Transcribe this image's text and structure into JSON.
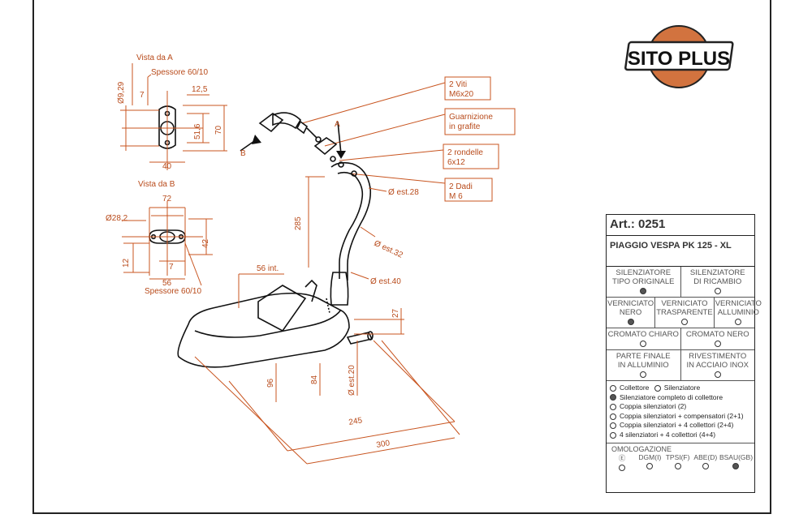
{
  "brand": {
    "logo_text": "SITO PLUS",
    "logo_color": "#d2733f"
  },
  "views": {
    "view_a": {
      "title": "Vista da A",
      "thickness": "Spessore 60/10",
      "dims": [
        "Ø9,29",
        "7",
        "12,5",
        "51,6",
        "70",
        "40"
      ]
    },
    "view_b": {
      "title": "Vista da B",
      "thickness": "Spessore 60/10",
      "dims": [
        "Ø28,2",
        "72",
        "42",
        "12",
        "7",
        "56"
      ]
    }
  },
  "callouts": {
    "viti": [
      "2 Viti",
      "M6x20"
    ],
    "guarnizione": [
      "Guarnizione",
      "in grafite"
    ],
    "rondelle": [
      "2 rondelle",
      "6x12"
    ],
    "dadi": [
      "2 Dadi",
      "M 6"
    ]
  },
  "dimensions": {
    "d_est28": "Ø est.28",
    "d_est32": "Ø est.32",
    "d_est40": "Ø est.40",
    "d_est20": "Ø est.20",
    "h285": "285",
    "int56": "56 int.",
    "h27": "27",
    "h96": "96",
    "h84": "84",
    "l245": "245",
    "l300": "300",
    "arrow_a": "A",
    "arrow_b": "B"
  },
  "panel": {
    "article_label": "Art.:",
    "article_no": "0251",
    "model": "PIAGGIO VESPA PK 125 - XL",
    "row1": [
      {
        "label": [
          "SILENZIATORE",
          "TIPO ORIGINALE"
        ],
        "filled": true
      },
      {
        "label": [
          "SILENZIATORE",
          "DI RICAMBIO"
        ],
        "filled": false
      }
    ],
    "row2": [
      {
        "label": [
          "VERNICIATO",
          "NERO"
        ],
        "filled": true
      },
      {
        "label": [
          "VERNICIATO",
          "TRASPARENTE"
        ],
        "filled": false
      },
      {
        "label": [
          "VERNICIATO",
          "ALLUMINIO"
        ],
        "filled": false
      }
    ],
    "row3": [
      {
        "label": [
          "CROMATO CHIARO"
        ],
        "filled": false
      },
      {
        "label": [
          "CROMATO NERO"
        ],
        "filled": false
      }
    ],
    "row4": [
      {
        "label": [
          "PARTE FINALE",
          "IN ALLUMINIO"
        ],
        "filled": false
      },
      {
        "label": [
          "RIVESTIMENTO",
          "IN ACCIAIO INOX"
        ],
        "filled": false
      }
    ],
    "options_first": [
      {
        "label": "Collettore",
        "filled": false
      },
      {
        "label": "Silenziatore",
        "filled": false
      }
    ],
    "options": [
      {
        "label": "Silenziatore completo di collettore",
        "filled": true
      },
      {
        "label": "Coppia silenziatori (2)",
        "filled": false
      },
      {
        "label": "Coppia silenziatori + compensatori (2+1)",
        "filled": false
      },
      {
        "label": "Coppia silenziatori + 4 collettori (2+4)",
        "filled": false
      },
      {
        "label": "4 silenziatori + 4 collettori (4+4)",
        "filled": false
      }
    ],
    "homologation_title": "OMOLOGAZIONE",
    "homologations": [
      {
        "label": "Ⓔ",
        "filled": false
      },
      {
        "label": "DGM(I)",
        "filled": false
      },
      {
        "label": "TPSI(F)",
        "filled": false
      },
      {
        "label": "ABE(D)",
        "filled": false
      },
      {
        "label": "BSAU(GB)",
        "filled": true
      }
    ]
  }
}
